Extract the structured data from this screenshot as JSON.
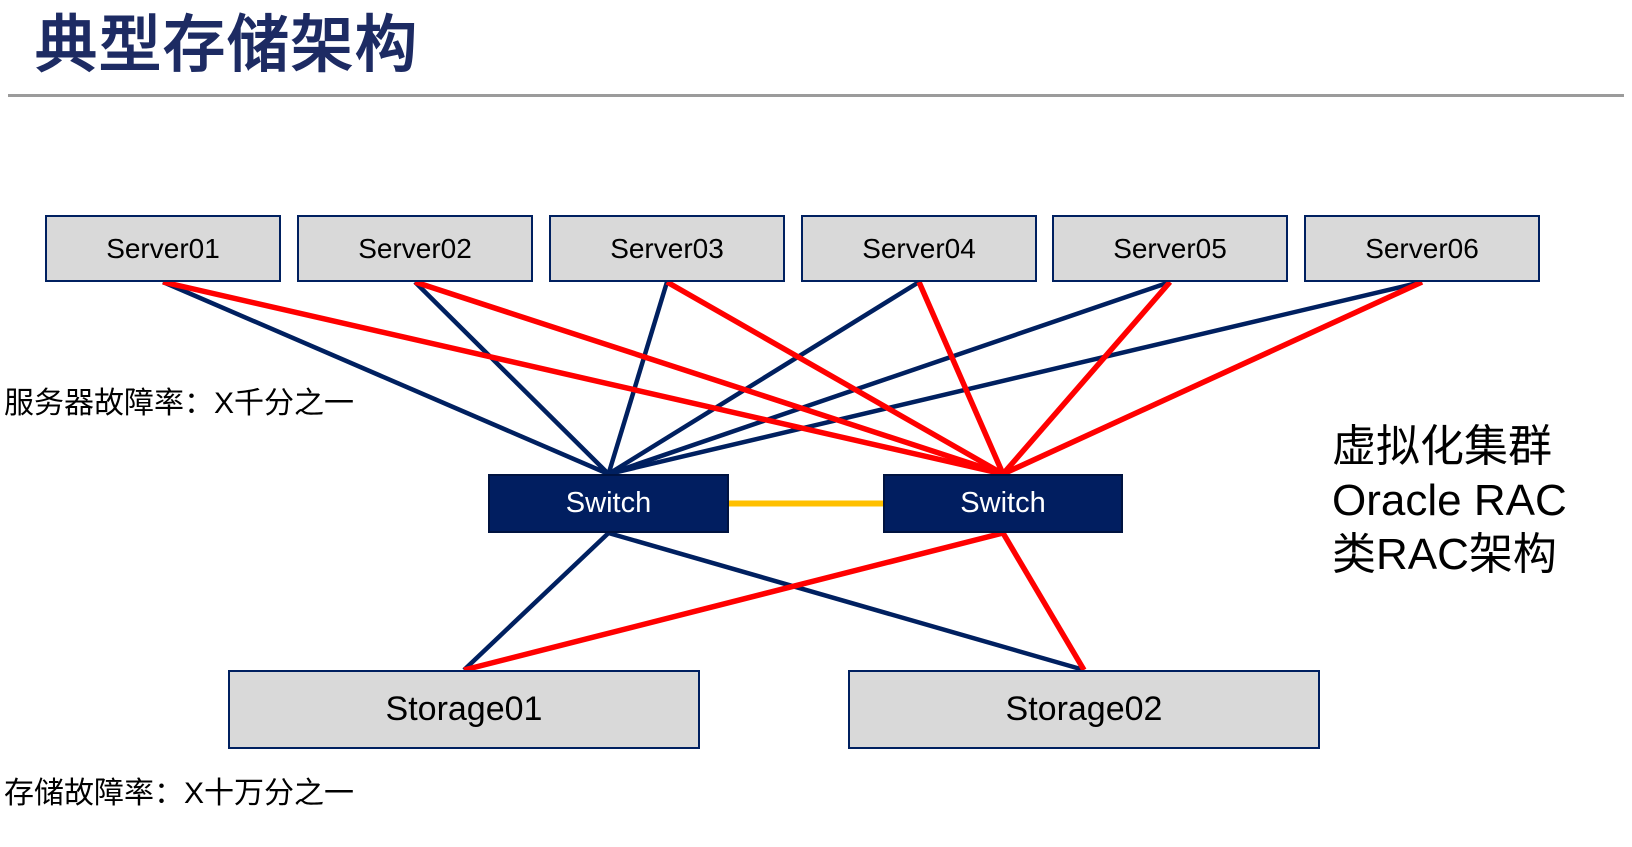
{
  "slide": {
    "title": "典型存储架构",
    "server_rate_label": "服务器故障率：X千分之一",
    "storage_rate_label": "存储故障率：X十万分之一",
    "annotation_lines": [
      "虚拟化集群",
      "Oracle RAC",
      "类RAC架构"
    ]
  },
  "colors": {
    "navy": "#002060",
    "red": "#ff0000",
    "trunk_yellow": "#ffc000",
    "node_fill": "#d9d9d9",
    "switch_fill": "#011e60",
    "title_navy": "#1d2b63"
  },
  "diagram": {
    "servers": [
      {
        "id": "server01",
        "label": "Server01"
      },
      {
        "id": "server02",
        "label": "Server02"
      },
      {
        "id": "server03",
        "label": "Server03"
      },
      {
        "id": "server04",
        "label": "Server04"
      },
      {
        "id": "server05",
        "label": "Server05"
      },
      {
        "id": "server06",
        "label": "Server06"
      }
    ],
    "switches": [
      {
        "id": "switch-a",
        "label": "Switch"
      },
      {
        "id": "switch-b",
        "label": "Switch"
      }
    ],
    "storages": [
      {
        "id": "storage01",
        "label": "Storage01"
      },
      {
        "id": "storage02",
        "label": "Storage02"
      }
    ],
    "connections": [
      {
        "from": "server01",
        "to": "switch-a",
        "color": "navy"
      },
      {
        "from": "server02",
        "to": "switch-a",
        "color": "navy"
      },
      {
        "from": "server03",
        "to": "switch-a",
        "color": "navy"
      },
      {
        "from": "server04",
        "to": "switch-a",
        "color": "navy"
      },
      {
        "from": "server05",
        "to": "switch-a",
        "color": "navy"
      },
      {
        "from": "server06",
        "to": "switch-a",
        "color": "navy"
      },
      {
        "from": "server01",
        "to": "switch-b",
        "color": "red"
      },
      {
        "from": "server02",
        "to": "switch-b",
        "color": "red"
      },
      {
        "from": "server03",
        "to": "switch-b",
        "color": "red"
      },
      {
        "from": "server04",
        "to": "switch-b",
        "color": "red"
      },
      {
        "from": "server05",
        "to": "switch-b",
        "color": "red"
      },
      {
        "from": "server06",
        "to": "switch-b",
        "color": "red"
      },
      {
        "from": "switch-a",
        "to": "storage01",
        "color": "navy"
      },
      {
        "from": "switch-a",
        "to": "storage02",
        "color": "navy"
      },
      {
        "from": "switch-b",
        "to": "storage01",
        "color": "red"
      },
      {
        "from": "switch-b",
        "to": "storage02",
        "color": "red"
      },
      {
        "from": "switch-a",
        "to": "switch-b",
        "color": "trunk_yellow",
        "link": "horizontal"
      }
    ]
  }
}
